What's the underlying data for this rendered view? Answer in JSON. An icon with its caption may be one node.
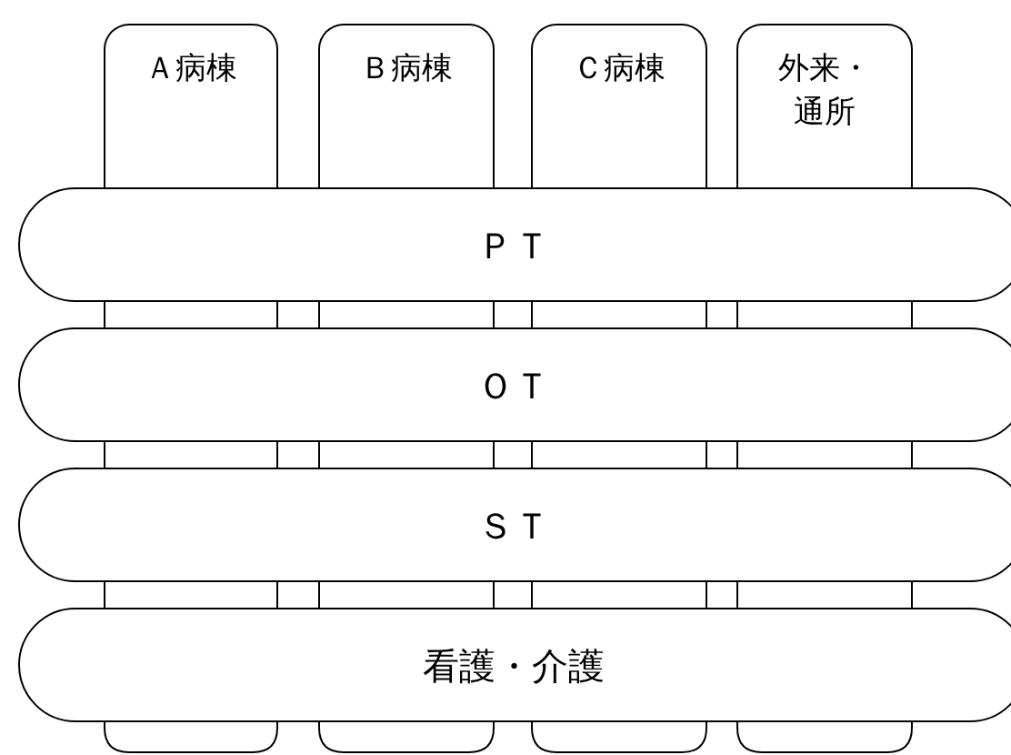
{
  "diagram": {
    "nodes": [
      {
        "text": [
          "Ａ病棟"
        ]
      },
      {
        "text": [
          "Ｂ病棟"
        ]
      },
      {
        "text": [
          "Ｃ病棟"
        ]
      },
      {
        "text": [
          "外来・通所"
        ]
      },
      {
        "text": [
          "ＰＴ"
        ]
      },
      {
        "text": [
          "ＯＴ"
        ]
      },
      {
        "text": [
          "ＳＴ"
        ]
      },
      {
        "text": [
          "看護・介護"
        ]
      }
    ]
  }
}
